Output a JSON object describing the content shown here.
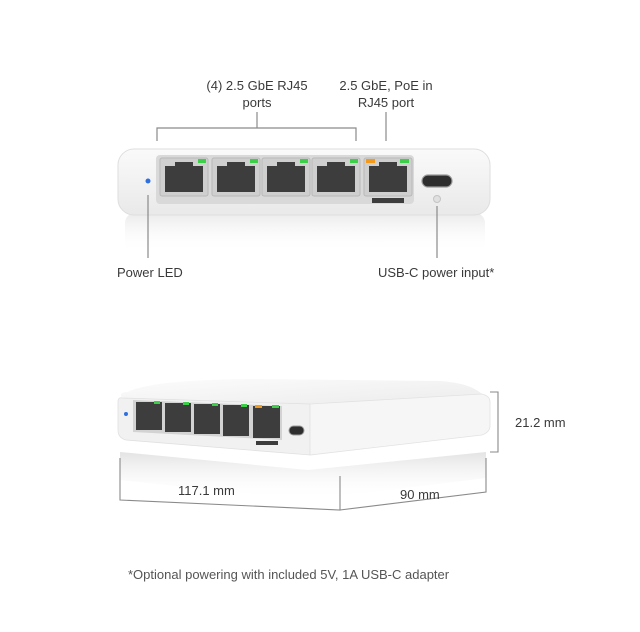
{
  "callouts": {
    "rj45_ports": {
      "line1": "(4) 2.5 GbE RJ45",
      "line2": "ports"
    },
    "poe_port": {
      "line1": "2.5 GbE, PoE in",
      "line2": "RJ45 port"
    },
    "power_led": "Power LED",
    "usbc_input": "USB-C power input*"
  },
  "dimensions": {
    "height": "21.2 mm",
    "width": "117.1 mm",
    "depth": "90 mm"
  },
  "footnote": "*Optional powering with included 5V, 1A USB-C adapter",
  "colors": {
    "device_body": "#f4f4f4",
    "port_led_green": "#3ecf4a",
    "port_led_orange": "#f39a1d",
    "power_led_blue": "#2f6fe0",
    "callout_line": "#8a8a8a"
  }
}
